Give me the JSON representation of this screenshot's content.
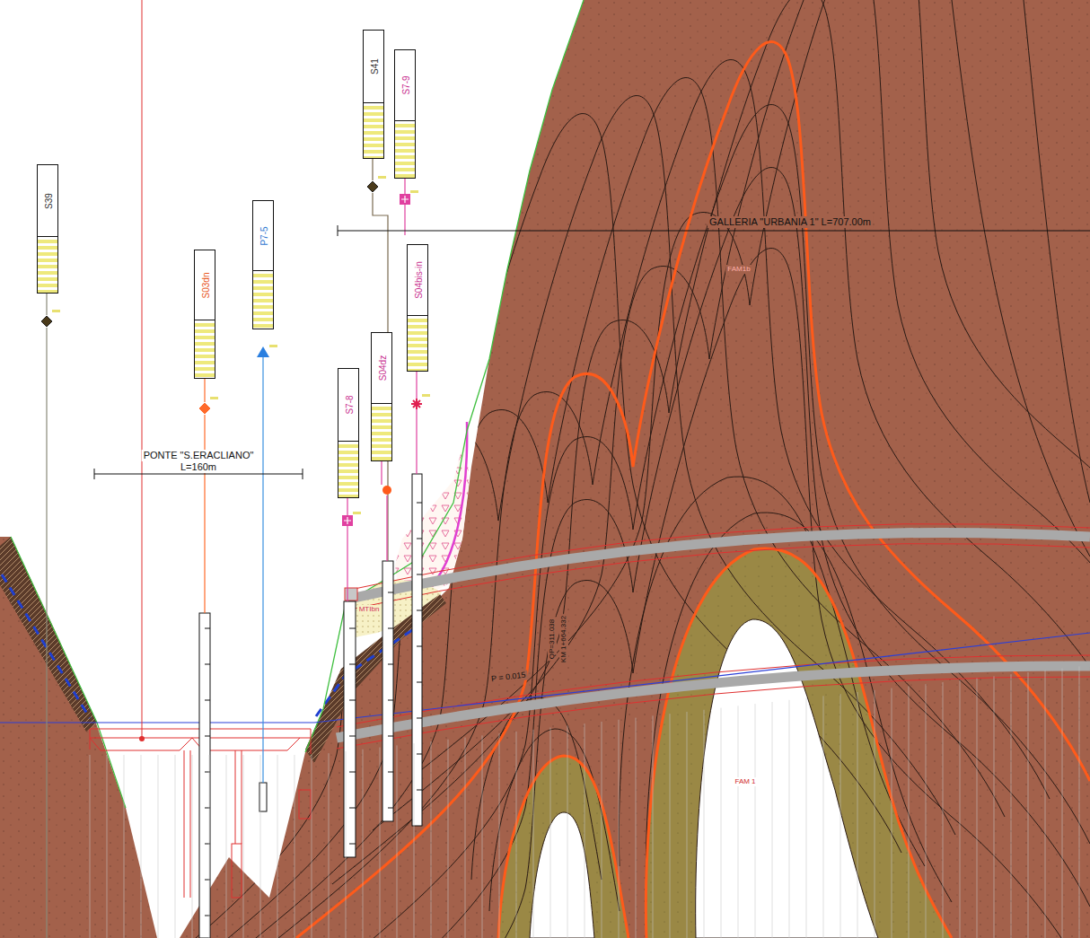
{
  "diagram": {
    "nodes": [
      {
        "text": [
          "S39"
        ]
      },
      {
        "text": [
          "S03dn"
        ]
      },
      {
        "text": [
          "P7-5"
        ]
      },
      {
        "text": [
          "S7-8"
        ]
      },
      {
        "text": [
          "S41"
        ]
      },
      {
        "text": [
          "S04dz"
        ]
      },
      {
        "text": [
          "S7-9"
        ]
      },
      {
        "text": [
          "S04bis-in"
        ]
      }
    ],
    "labels": [
      "PONTE \"S.ERACLIANO\"",
      "L=160m",
      "GALLERIA \"URBANIA 1\" L=707.00m",
      "FAM1b",
      "FAM 1",
      "MTIbn",
      "P = 0.015",
      "QP=311.038",
      "KM 1+664.332"
    ]
  }
}
